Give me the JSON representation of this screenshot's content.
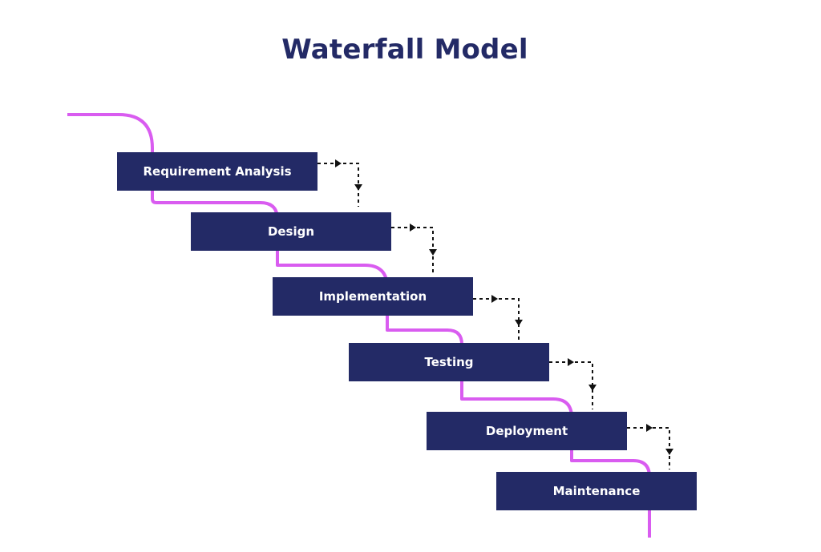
{
  "title": "Waterfall Model",
  "phases": [
    {
      "label": "Requirement Analysis"
    },
    {
      "label": "Design"
    },
    {
      "label": "Implementation"
    },
    {
      "label": "Testing"
    },
    {
      "label": "Deployment"
    },
    {
      "label": "Maintenance"
    }
  ],
  "colors": {
    "title": "#232a66",
    "phase_box": "#232a66",
    "phase_text": "#ffffff",
    "flow_line": "#d95cf0",
    "arrow": "#111111"
  }
}
